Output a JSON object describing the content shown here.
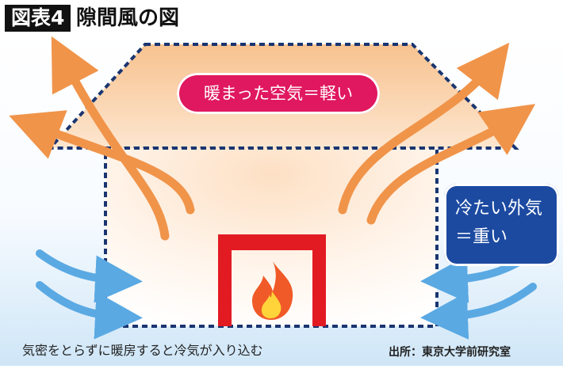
{
  "header": {
    "badge": "図表4",
    "title": "隙間風の図"
  },
  "labels": {
    "warm_air": "暖まった空気＝軽い",
    "cold_air_line1": "冷たい外気",
    "cold_air_line2": "＝重い"
  },
  "footer": {
    "caption": "気密をとらずに暖房すると冷気が入り込む",
    "source": "出所：東京大学前研究室"
  },
  "colors": {
    "warm_arrow": "#f0944a",
    "cold_arrow": "#5aa9e3",
    "outline": "#1a3570",
    "fireplace": "#e21b23",
    "warm_pill": "#e0185f",
    "cold_box": "#1c4aa1"
  },
  "icons": [
    "flame-icon",
    "fireplace-icon"
  ]
}
